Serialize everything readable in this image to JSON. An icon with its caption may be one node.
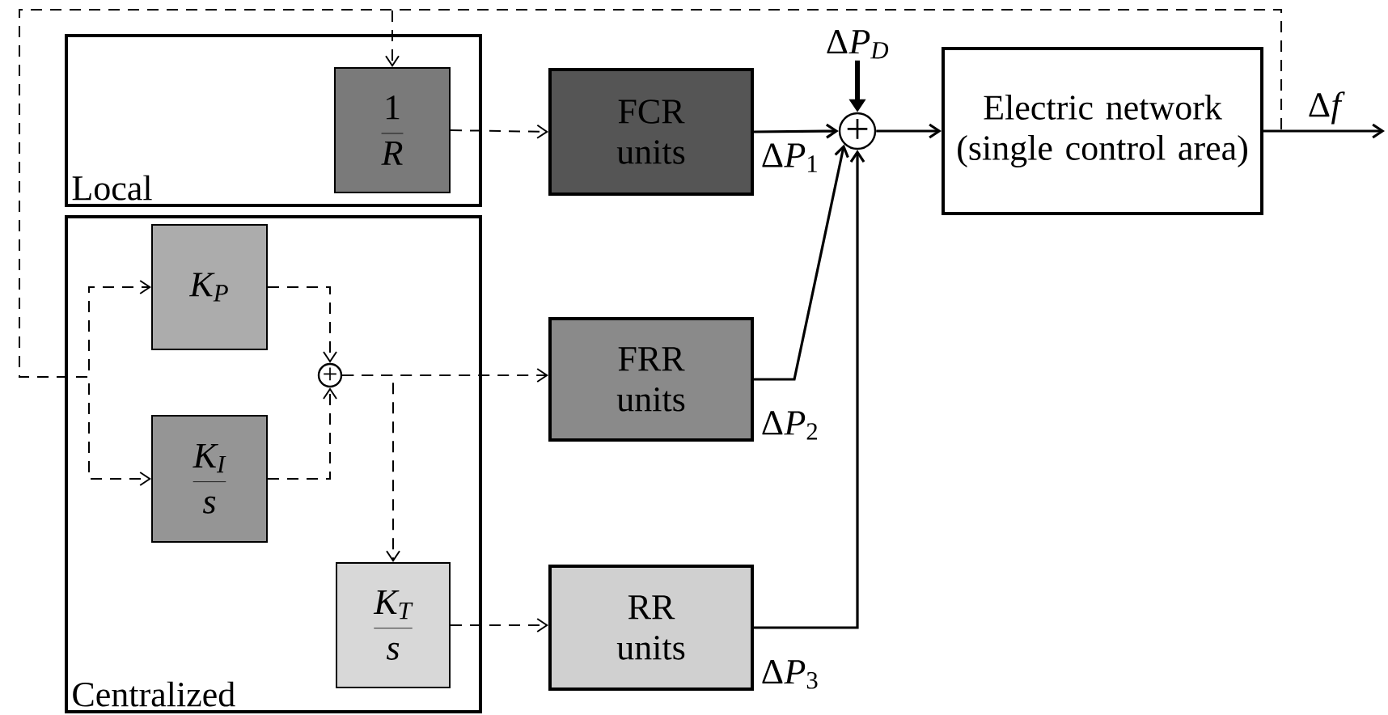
{
  "diagram": {
    "nodes": [
      {
        "text": [
          "Local"
        ]
      },
      {
        "text": [
          "\\frac{1}{R}"
        ],
        "in": 0
      },
      {
        "text": [
          "Centralized"
        ]
      },
      {
        "text": [
          "K_P"
        ],
        "in": 2
      },
      {
        "text": [
          "+"
        ],
        "in": 2
      },
      {
        "text": [
          "\\frac{K_I}{s}"
        ],
        "in": 2
      },
      {
        "text": [
          "\\frac{K_T}{s}"
        ],
        "in": 2
      },
      {
        "text": [
          "FCR units"
        ]
      },
      {
        "text": [
          "FRR units"
        ]
      },
      {
        "text": [
          "RR units"
        ]
      },
      {
        "text": [
          "+"
        ]
      },
      {
        "text": [
          "Electric network (single control area)"
        ]
      }
    ],
    "edges": [
      {
        "from": 1,
        "to": 7,
        "arrow": "to",
        "style": "dashed"
      },
      {
        "from": 3,
        "to": 4,
        "arrow": "to",
        "style": "dashed"
      },
      {
        "from": 5,
        "to": 4,
        "arrow": "to",
        "style": "dashed"
      },
      {
        "from": 4,
        "to": 8,
        "arrow": "to",
        "style": "dashed"
      },
      {
        "from": 4,
        "to": 6,
        "arrow": "to",
        "style": "dashed"
      },
      {
        "from": 6,
        "to": 9,
        "arrow": "to",
        "style": "dashed"
      },
      {
        "from": 7,
        "to": 10,
        "arrow": "to",
        "label": "\\Delta P_1"
      },
      {
        "from": 8,
        "to": 10,
        "arrow": "to",
        "label": "\\Delta P_2"
      },
      {
        "from": 9,
        "to": 10,
        "arrow": "to",
        "label": "\\Delta P_3"
      },
      {
        "from": null,
        "to": 10,
        "arrow": "to",
        "label": "\\Delta P_D",
        "style": "thick"
      },
      {
        "from": 10,
        "to": 11,
        "arrow": "to"
      },
      {
        "from": 11,
        "to": null,
        "arrow": "to",
        "label": "\\Delta f"
      },
      {
        "from": 11,
        "to": 1,
        "arrow": "to",
        "style": "dashed"
      },
      {
        "from": 11,
        "to": 3,
        "arrow": "to",
        "style": "dashed"
      },
      {
        "from": 11,
        "to": 5,
        "arrow": "to",
        "style": "dashed"
      }
    ]
  }
}
